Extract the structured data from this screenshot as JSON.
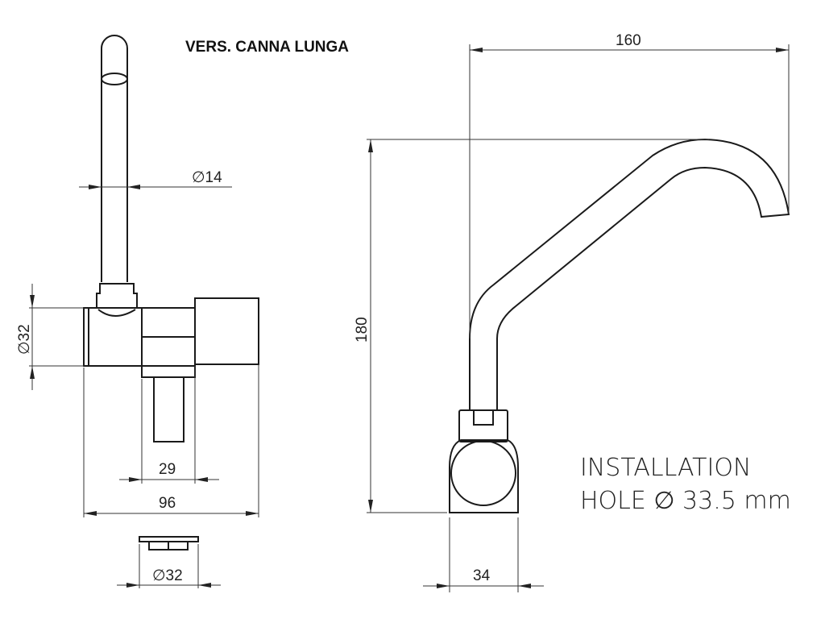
{
  "title": "VERS. CANNA LUNGA",
  "dimensions": {
    "pipe_diameter": "∅14",
    "body_diameter": "∅32",
    "stem_width": "29",
    "total_width": "96",
    "base_diameter": "∅32",
    "reach": "160",
    "height": "180",
    "base_width": "34"
  },
  "note": {
    "line1": "INSTALLATION",
    "line2": "HOLE ∅ 33.5 mm"
  }
}
